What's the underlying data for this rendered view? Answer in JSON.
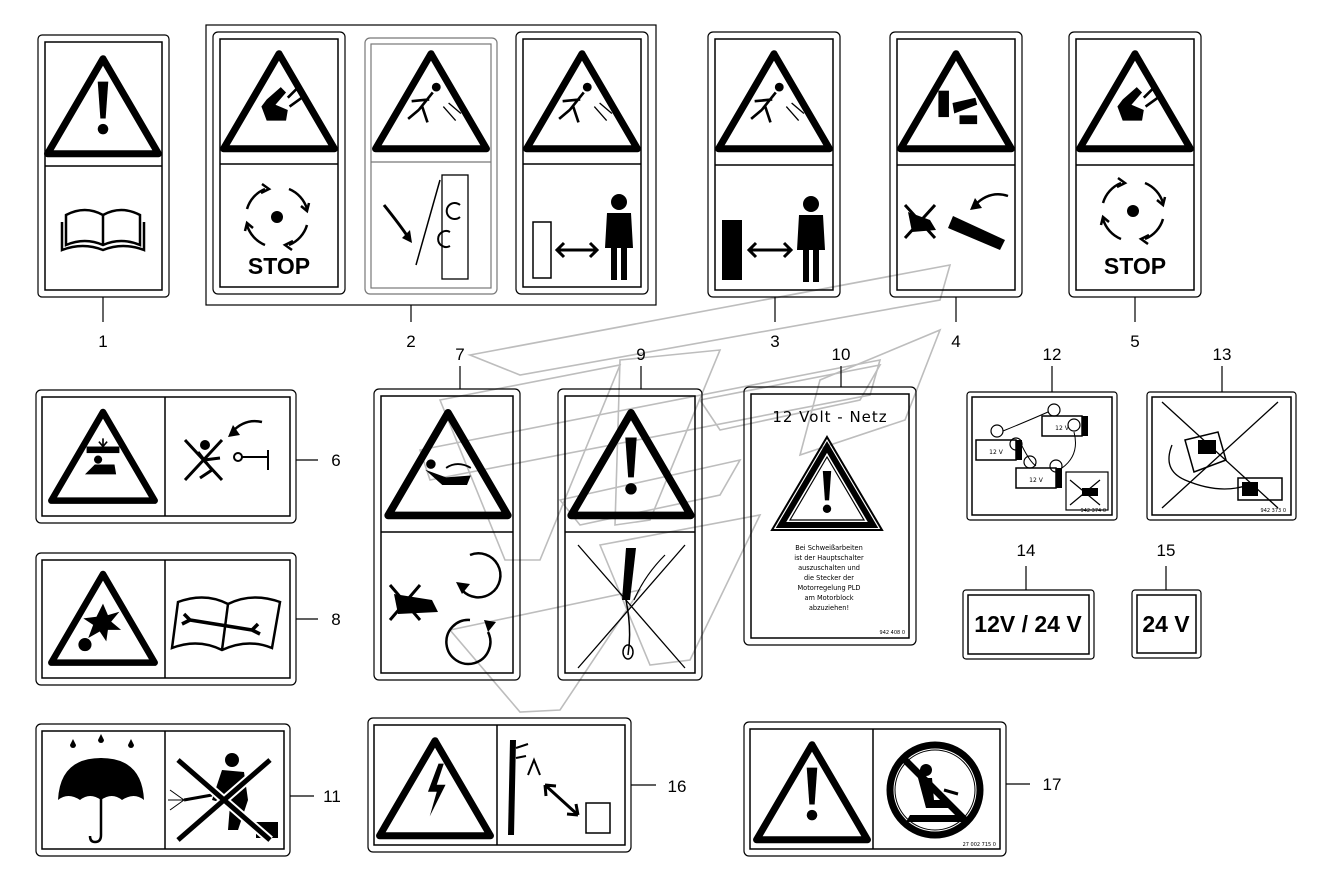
{
  "callouts": {
    "c1": "1",
    "c2": "2",
    "c3": "3",
    "c4": "4",
    "c5": "5",
    "c6": "6",
    "c7": "7",
    "c8": "8",
    "c9": "9",
    "c10": "10",
    "c11": "11",
    "c12": "12",
    "c13": "13",
    "c14": "14",
    "c15": "15",
    "c16": "16",
    "c17": "17"
  },
  "labels": {
    "stop_a": "STOP",
    "stop_b": "STOP",
    "netz_title": "12 Volt - Netz",
    "welding_note": [
      "Bei Schweißarbeiten",
      "ist der Hauptschalter",
      "auszuschalten und",
      "die Stecker der",
      "Motorregelung PLD",
      "am Motorblock",
      "abzuziehen!"
    ],
    "part_10": "942 408 0",
    "part_12": "942 374 0",
    "part_13": "942 373 0",
    "part_17": "27 002 715 0",
    "voltage_14": "12V / 24 V",
    "voltage_15": "24 V",
    "battery_12v": "12 V"
  },
  "colors": {
    "ink": "#000000",
    "frame": "#000000",
    "watermark": "#bdbdbd",
    "paper": "#ffffff"
  },
  "icons": [
    "warning-icon",
    "manual-book-icon",
    "hand-cut-icon",
    "rotating-blades-icon",
    "person-thrown-icon",
    "safety-distance-icon",
    "crush-hazard-icon",
    "crushing-hand-icon",
    "falling-load-icon",
    "explosion-icon",
    "service-manual-icon",
    "umbrella-icon",
    "no-pressure-washer-icon",
    "welding-prohibited-icon",
    "electric-shock-icon",
    "no-riding-icon",
    "battery-connection-icon"
  ]
}
